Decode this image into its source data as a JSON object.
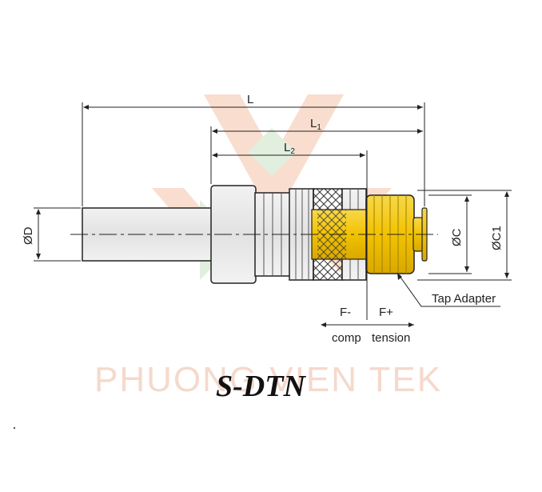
{
  "title": "S-DTN",
  "watermark": "PHUONG VIEN TEK",
  "dimensions": {
    "L": "L",
    "L1": "L",
    "L1_sub": "1",
    "L2": "L",
    "L2_sub": "2",
    "D": "ØD",
    "C": "ØC",
    "C1": "ØC1"
  },
  "callout": "Tap Adapter",
  "force": {
    "f_minus": "F-",
    "f_plus": "F+",
    "comp": "comp",
    "tension": "tension"
  },
  "colors": {
    "tap_adapter": "#f2c200",
    "body": "#eaeaea",
    "watermark_orange": "#f7d3bf",
    "watermark_green": "#d9ead3"
  }
}
